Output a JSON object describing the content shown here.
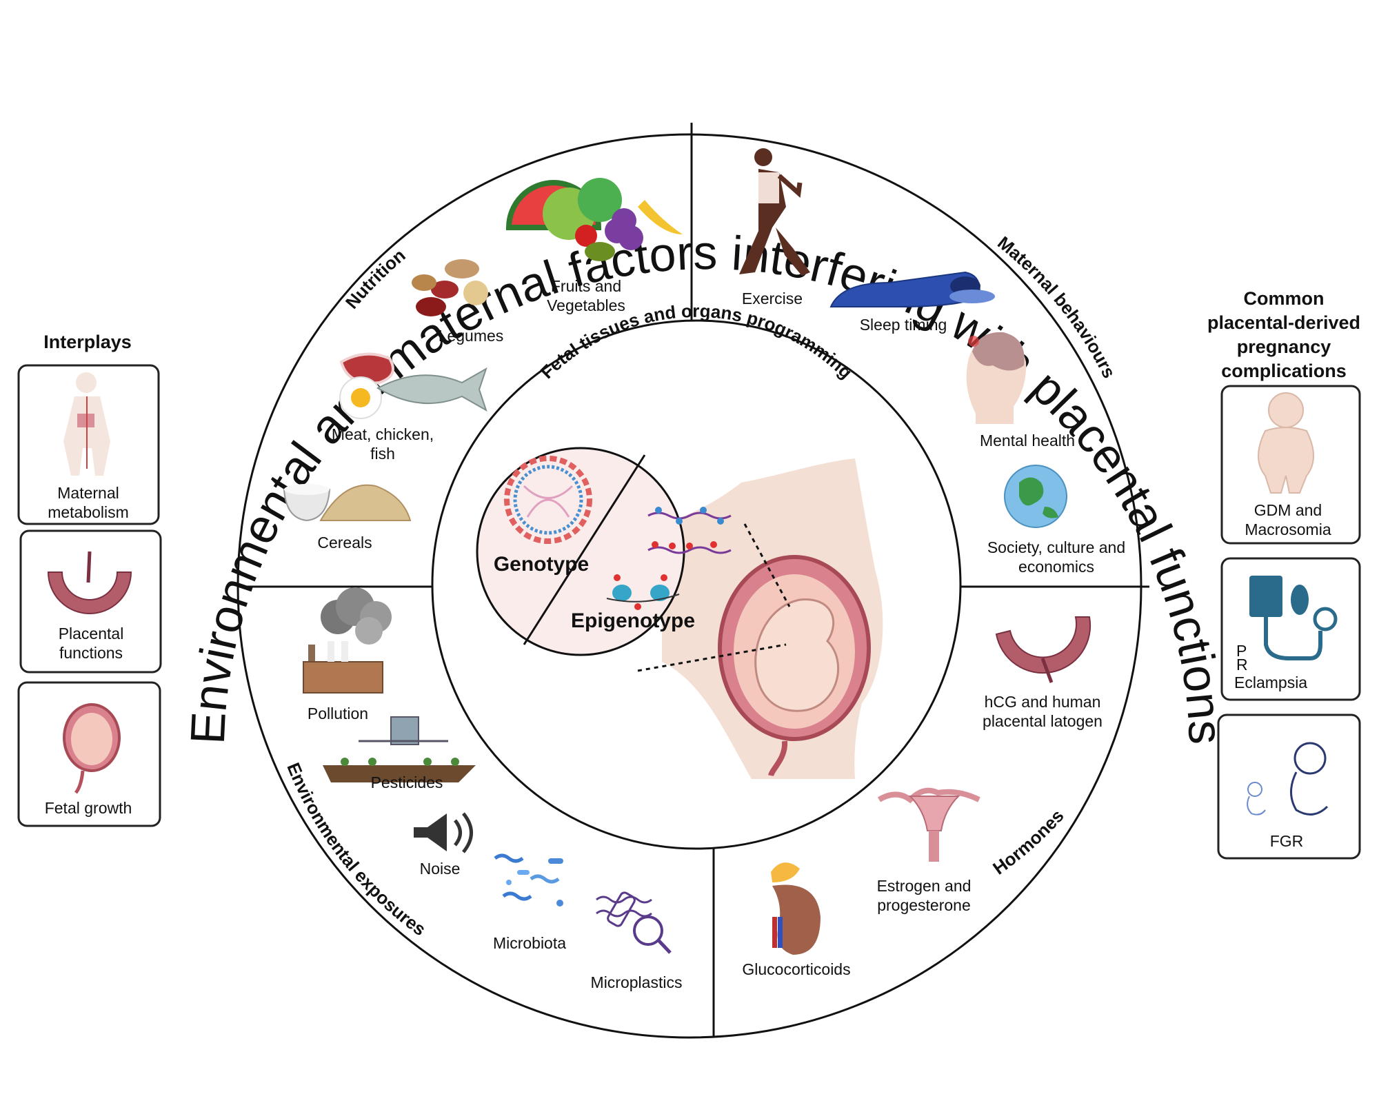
{
  "main_title": "Environmental and maternal factors interfering with placental functions",
  "center": {
    "title": "Fetal tissues and organs programming",
    "genotype": "Genotype",
    "epigenotype": "Epigenotype"
  },
  "sections": {
    "nutrition": {
      "title": "Nutrition",
      "items": [
        "Fruits and",
        "Vegetables",
        "Legumes",
        "Meat, chicken,",
        "fish",
        "Cereals"
      ]
    },
    "maternal_behaviours": {
      "title": "Maternal behaviours",
      "items": [
        "Exercise",
        "Sleep timing",
        "Mental health",
        "Society, culture and",
        "economics"
      ]
    },
    "environmental_exposures": {
      "title": "Environmental exposures",
      "items": [
        "Pollution",
        "Pesticides",
        "Noise",
        "Microbiota",
        "Microplastics"
      ]
    },
    "hormones": {
      "title": "Hormones",
      "items": [
        "hCG and human",
        "placental latogen",
        "Estrogen and",
        "progesterone",
        "Glucocorticoids"
      ]
    }
  },
  "interplays": {
    "title": "Interplays",
    "boxes": [
      {
        "label1": "Maternal",
        "label2": "metabolism",
        "icon": "body-metabolism-icon"
      },
      {
        "label1": "Placental",
        "label2": "functions",
        "icon": "placenta-icon"
      },
      {
        "label1": "Fetal growth",
        "label2": "",
        "icon": "fetus-in-uterus-icon"
      }
    ]
  },
  "complications": {
    "title_lines": [
      "Common",
      "placental-derived",
      "pregnancy",
      "complications"
    ],
    "boxes": [
      {
        "label1": "GDM and",
        "label2": "Macrosomia",
        "icon": "baby-icon"
      },
      {
        "label1": "P",
        "label2": "R",
        "label3": "Eclampsia",
        "icon": "blood-pressure-monitor-icon"
      },
      {
        "label1": "FGR",
        "label2": "",
        "icon": "small-fetus-icon"
      }
    ]
  },
  "colors": {
    "stroke": "#111111",
    "center_fill": "#fbecec",
    "skin": "#f2d9cc",
    "blue_accent": "#2a6a8a",
    "body_brown": "#5b2e22"
  }
}
